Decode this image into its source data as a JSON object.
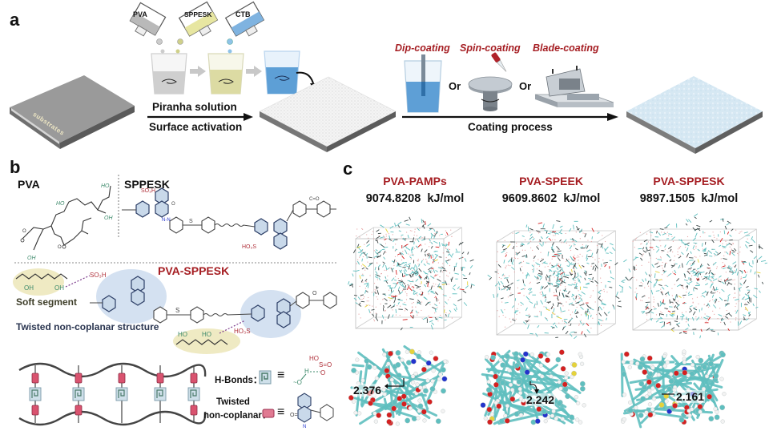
{
  "figure": {
    "panel_a": {
      "letter": "a",
      "substrate_label": "substrates",
      "bottles": [
        {
          "label": "PVA",
          "color": "#b9b9b9"
        },
        {
          "label": "SPPESK",
          "color": "#e7e6a1"
        },
        {
          "label": "CTB",
          "color": "#7fb3e0"
        }
      ],
      "step1": {
        "top": "Piranha solution",
        "bottom": "Surface activation"
      },
      "coating_methods": [
        {
          "label": "Dip-coating"
        },
        {
          "label": "Spin-coating"
        },
        {
          "label": "Blade-coating"
        }
      ],
      "or_label": "Or",
      "step2": {
        "bottom": "Coating process"
      }
    },
    "panel_b": {
      "letter": "b",
      "pva_title": "PVA",
      "sppesk_title": "SPPESK",
      "blend_title": "PVA-SPPESK",
      "soft_segment": "Soft segment",
      "twisted_structure": "Twisted non-coplanar structure",
      "legend": {
        "hbonds_label": "H-Bonds：",
        "twisted_label_1": "Twisted",
        "twisted_label_2": "non-coplanar：",
        "equiv": "≡"
      },
      "chem_labels": {
        "oh": "OH",
        "ho": "HO",
        "o": "O",
        "s": "S",
        "n": "N"
      }
    },
    "panel_c": {
      "letter": "c",
      "systems": [
        {
          "name": "PVA-PAMPs",
          "energy": "9074.8208",
          "unit": "kJ/mol",
          "distance": "2.376"
        },
        {
          "name": "PVA-SPEEK",
          "energy": "9609.8602",
          "unit": "kJ/mol",
          "distance": "2.242"
        },
        {
          "name": "PVA-SPPESK",
          "energy": "9897.1505",
          "unit": "kJ/mol",
          "distance": "2.161"
        }
      ]
    },
    "colors": {
      "title_red": "#a51d22",
      "teal_atom": "#5fbfbf",
      "oxygen_red": "#d42020",
      "sulfur_yellow": "#e5d23a",
      "nitrogen_blue": "#2233cc",
      "ring_blue": "#3b5b8c",
      "hbond_green": "#8fb3a0",
      "twist_pink": "#d9536f"
    }
  }
}
